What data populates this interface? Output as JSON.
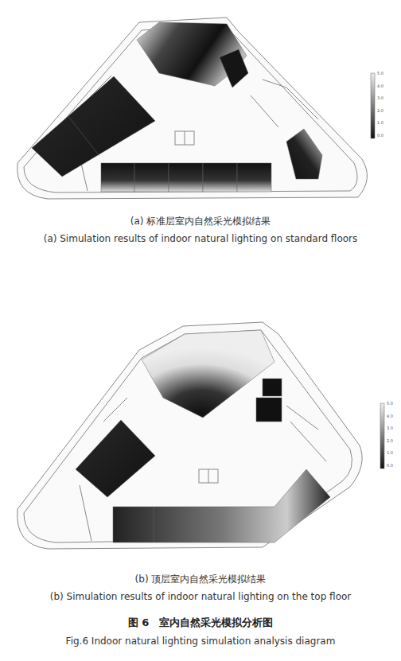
{
  "diagram": {
    "caption": "图 6　室内自然采光模拟分析图",
    "labels": [
      "(a) 标准层室内自然采光模拟结果",
      "(a) Simulation results of indoor natural lighting on standard floors",
      "(b) 顶层室内自然采光模拟结果",
      "(b) Simulation results of indoor natural lighting on the top floor",
      "Fig.6 Indoor natural lighting simulation analysis diagram",
      "5.0",
      "4.0",
      "3.0",
      "2.0",
      "1.0",
      "0.0",
      "5.0",
      "4.0",
      "3.0",
      "2.0",
      "1.0",
      "0.0"
    ]
  }
}
